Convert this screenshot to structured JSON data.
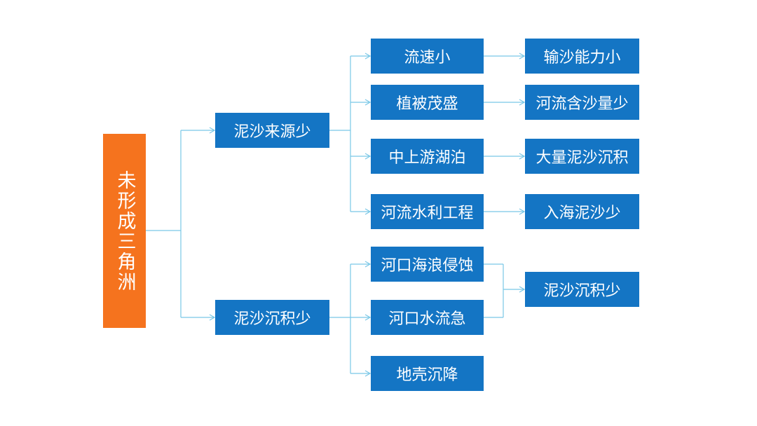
{
  "colors": {
    "root": "#f5731e",
    "node": "#1475c4",
    "connector": "#79c7e6",
    "text": "#ffffff"
  },
  "root": "未形成三角洲",
  "branches": [
    {
      "label": "泥沙来源少",
      "causes": [
        "流速小",
        "植被茂盛",
        "中上游湖泊",
        "河流水利工程"
      ],
      "effects": [
        "输沙能力小",
        "河流含沙量少",
        "大量泥沙沉积",
        "入海泥沙少"
      ]
    },
    {
      "label": "泥沙沉积少",
      "causes": [
        "河口海浪侵蚀",
        "河口水流急",
        "地壳沉降"
      ],
      "effects": [
        "泥沙沉积少"
      ]
    }
  ]
}
